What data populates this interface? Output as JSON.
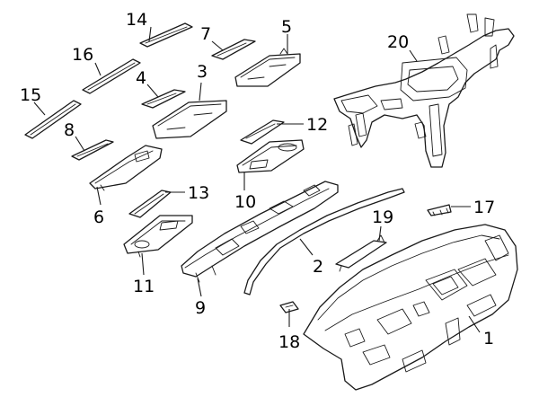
{
  "diagram": {
    "callouts": [
      {
        "id": "p1",
        "label": "1"
      },
      {
        "id": "p2",
        "label": "2"
      },
      {
        "id": "p3",
        "label": "3"
      },
      {
        "id": "p4",
        "label": "4"
      },
      {
        "id": "p5",
        "label": "5"
      },
      {
        "id": "p6",
        "label": "6"
      },
      {
        "id": "p7",
        "label": "7"
      },
      {
        "id": "p8",
        "label": "8"
      },
      {
        "id": "p9",
        "label": "9"
      },
      {
        "id": "p10",
        "label": "10"
      },
      {
        "id": "p11",
        "label": "11"
      },
      {
        "id": "p12",
        "label": "12"
      },
      {
        "id": "p13",
        "label": "13"
      },
      {
        "id": "p14",
        "label": "14"
      },
      {
        "id": "p15",
        "label": "15"
      },
      {
        "id": "p16",
        "label": "16"
      },
      {
        "id": "p17",
        "label": "17"
      },
      {
        "id": "p18",
        "label": "18"
      },
      {
        "id": "p19",
        "label": "19"
      },
      {
        "id": "p20",
        "label": "20"
      }
    ]
  }
}
